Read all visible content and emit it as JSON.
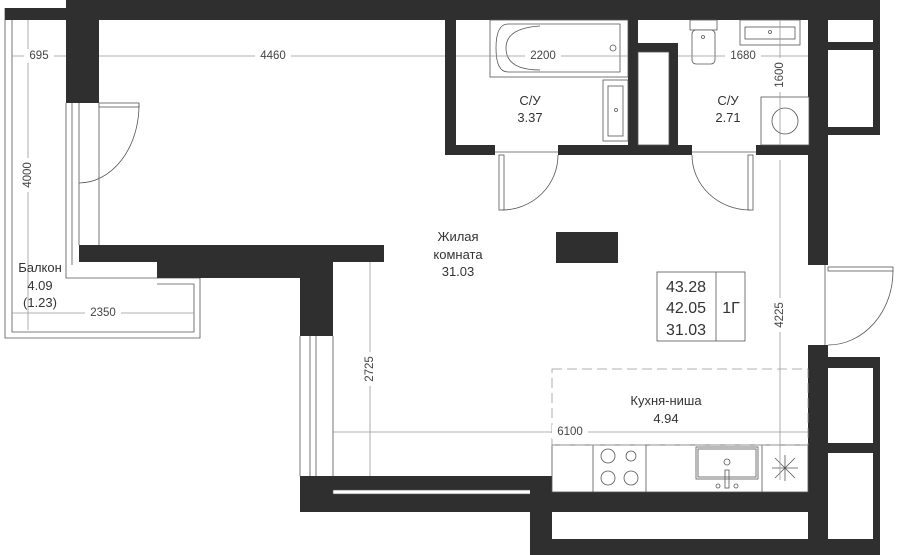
{
  "plan": {
    "rooms": {
      "balcony": {
        "name": "Балкон",
        "area": "4.09",
        "area_reduced": "(1.23)"
      },
      "living": {
        "name_line1": "Жилая",
        "name_line2": "комната",
        "area": "31.03"
      },
      "bath1": {
        "name": "С/У",
        "area": "3.37"
      },
      "bath2": {
        "name": "С/У",
        "area": "2.71"
      },
      "kitchen": {
        "name": "Кухня-ниша",
        "area": "4.94"
      }
    },
    "summary": {
      "total_area": "43.28",
      "area_without_balcony": "42.05",
      "living_area": "31.03",
      "type": "1Г"
    },
    "dimensions": {
      "balcony_width": "695",
      "living_top": "4460",
      "bath1_width": "2200",
      "bath2_width": "1680",
      "bath2_depth": "1600",
      "balcony_length": "4000",
      "balcony_bottom": "2350",
      "living_left": "2725",
      "right_depth": "4225",
      "total_width": "6100"
    }
  }
}
